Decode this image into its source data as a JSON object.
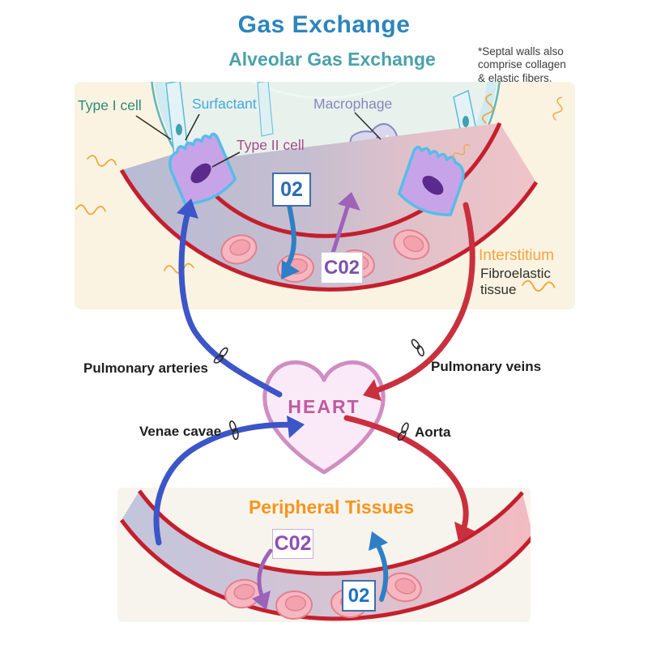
{
  "title": "Gas Exchange",
  "subtitle": "Alveolar Gas Exchange",
  "note_lines": [
    "*Septal walls also",
    "comprise collagen",
    "& elastic fibers."
  ],
  "alveolar": {
    "type1_label": "Type I cell",
    "surfactant_label": "Surfactant",
    "macrophage_label": "Macrophage",
    "type2_label": "Type II cell",
    "o2_label": "02",
    "co2_label": "C02",
    "interstitium_label": "Interstitium",
    "interstitium_sub1": "Fibroelastic",
    "interstitium_sub2": "tissue"
  },
  "heart_label": "HEART",
  "vessel_labels": {
    "pulmonary_arteries": "Pulmonary arteries",
    "pulmonary_veins": "Pulmonary veins",
    "venae_cavae": "Venae cavae",
    "aorta": "Aorta"
  },
  "peripheral": {
    "title": "Peripheral Tissues",
    "co2_label": "C02",
    "o2_label": "02"
  },
  "colors": {
    "title_blue": "#2c85bc",
    "subtitle_teal": "#4aa2a8",
    "orange": "#f59b28",
    "artery_red": "#c9303e",
    "vein_blue": "#3c55c8",
    "o2_blue": "#2b7ec8",
    "co2_purple": "#9c63b8",
    "heart_pink": "#c05a9e"
  }
}
